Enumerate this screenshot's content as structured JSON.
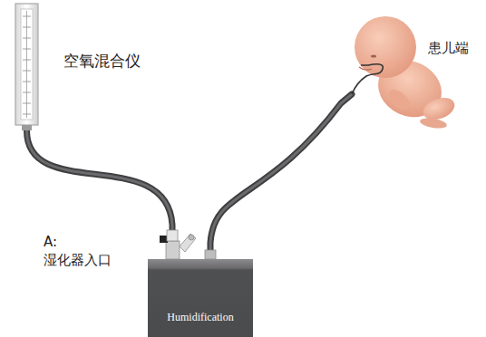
{
  "diagram": {
    "nodes": [
      {
        "text": [
          "空氧混合仪"
        ]
      },
      {
        "text": [
          "Humidification"
        ]
      },
      {
        "text": [
          "患儿端"
        ]
      }
    ],
    "edges": [
      {
        "from": 0,
        "to": 1,
        "arrow": "none"
      },
      {
        "from": 1,
        "to": 2,
        "arrow": "none"
      }
    ],
    "labels": [
      "A: 湿化器入口"
    ]
  }
}
